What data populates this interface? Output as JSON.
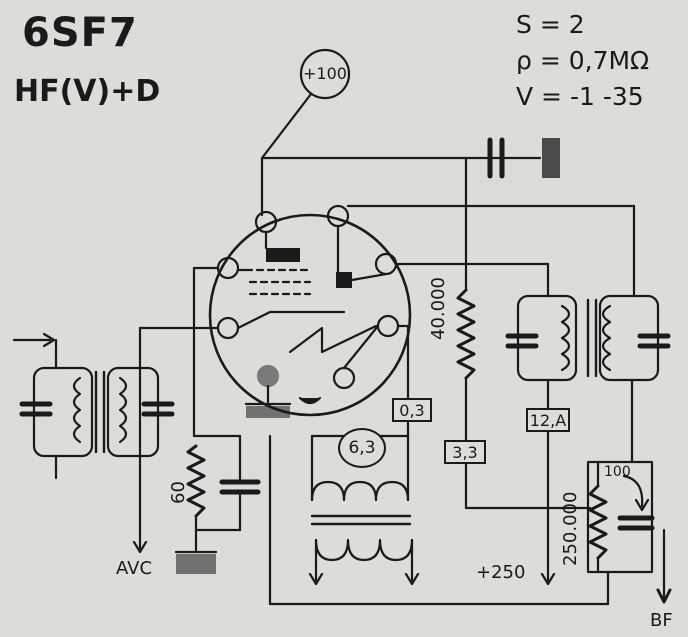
{
  "title": "6SF7",
  "subtitle": "HF(V)+D",
  "specs": {
    "s": "S = 2",
    "rho": "ρ = 0,7MΩ",
    "v": "V = -1 -35"
  },
  "labels": {
    "plus100": "+100",
    "r40000": "40.000",
    "r60": "60",
    "r250000": "250.000",
    "avc": "AVC",
    "plus250": "+250",
    "bf": "BF",
    "r100": "100"
  },
  "boxes": {
    "b03": "0,3",
    "b63": "6,3",
    "b33": "3,3",
    "b12a": "12,A"
  },
  "colors": {
    "ink": "#1a1a1a",
    "paper": "#dcdcd9"
  }
}
